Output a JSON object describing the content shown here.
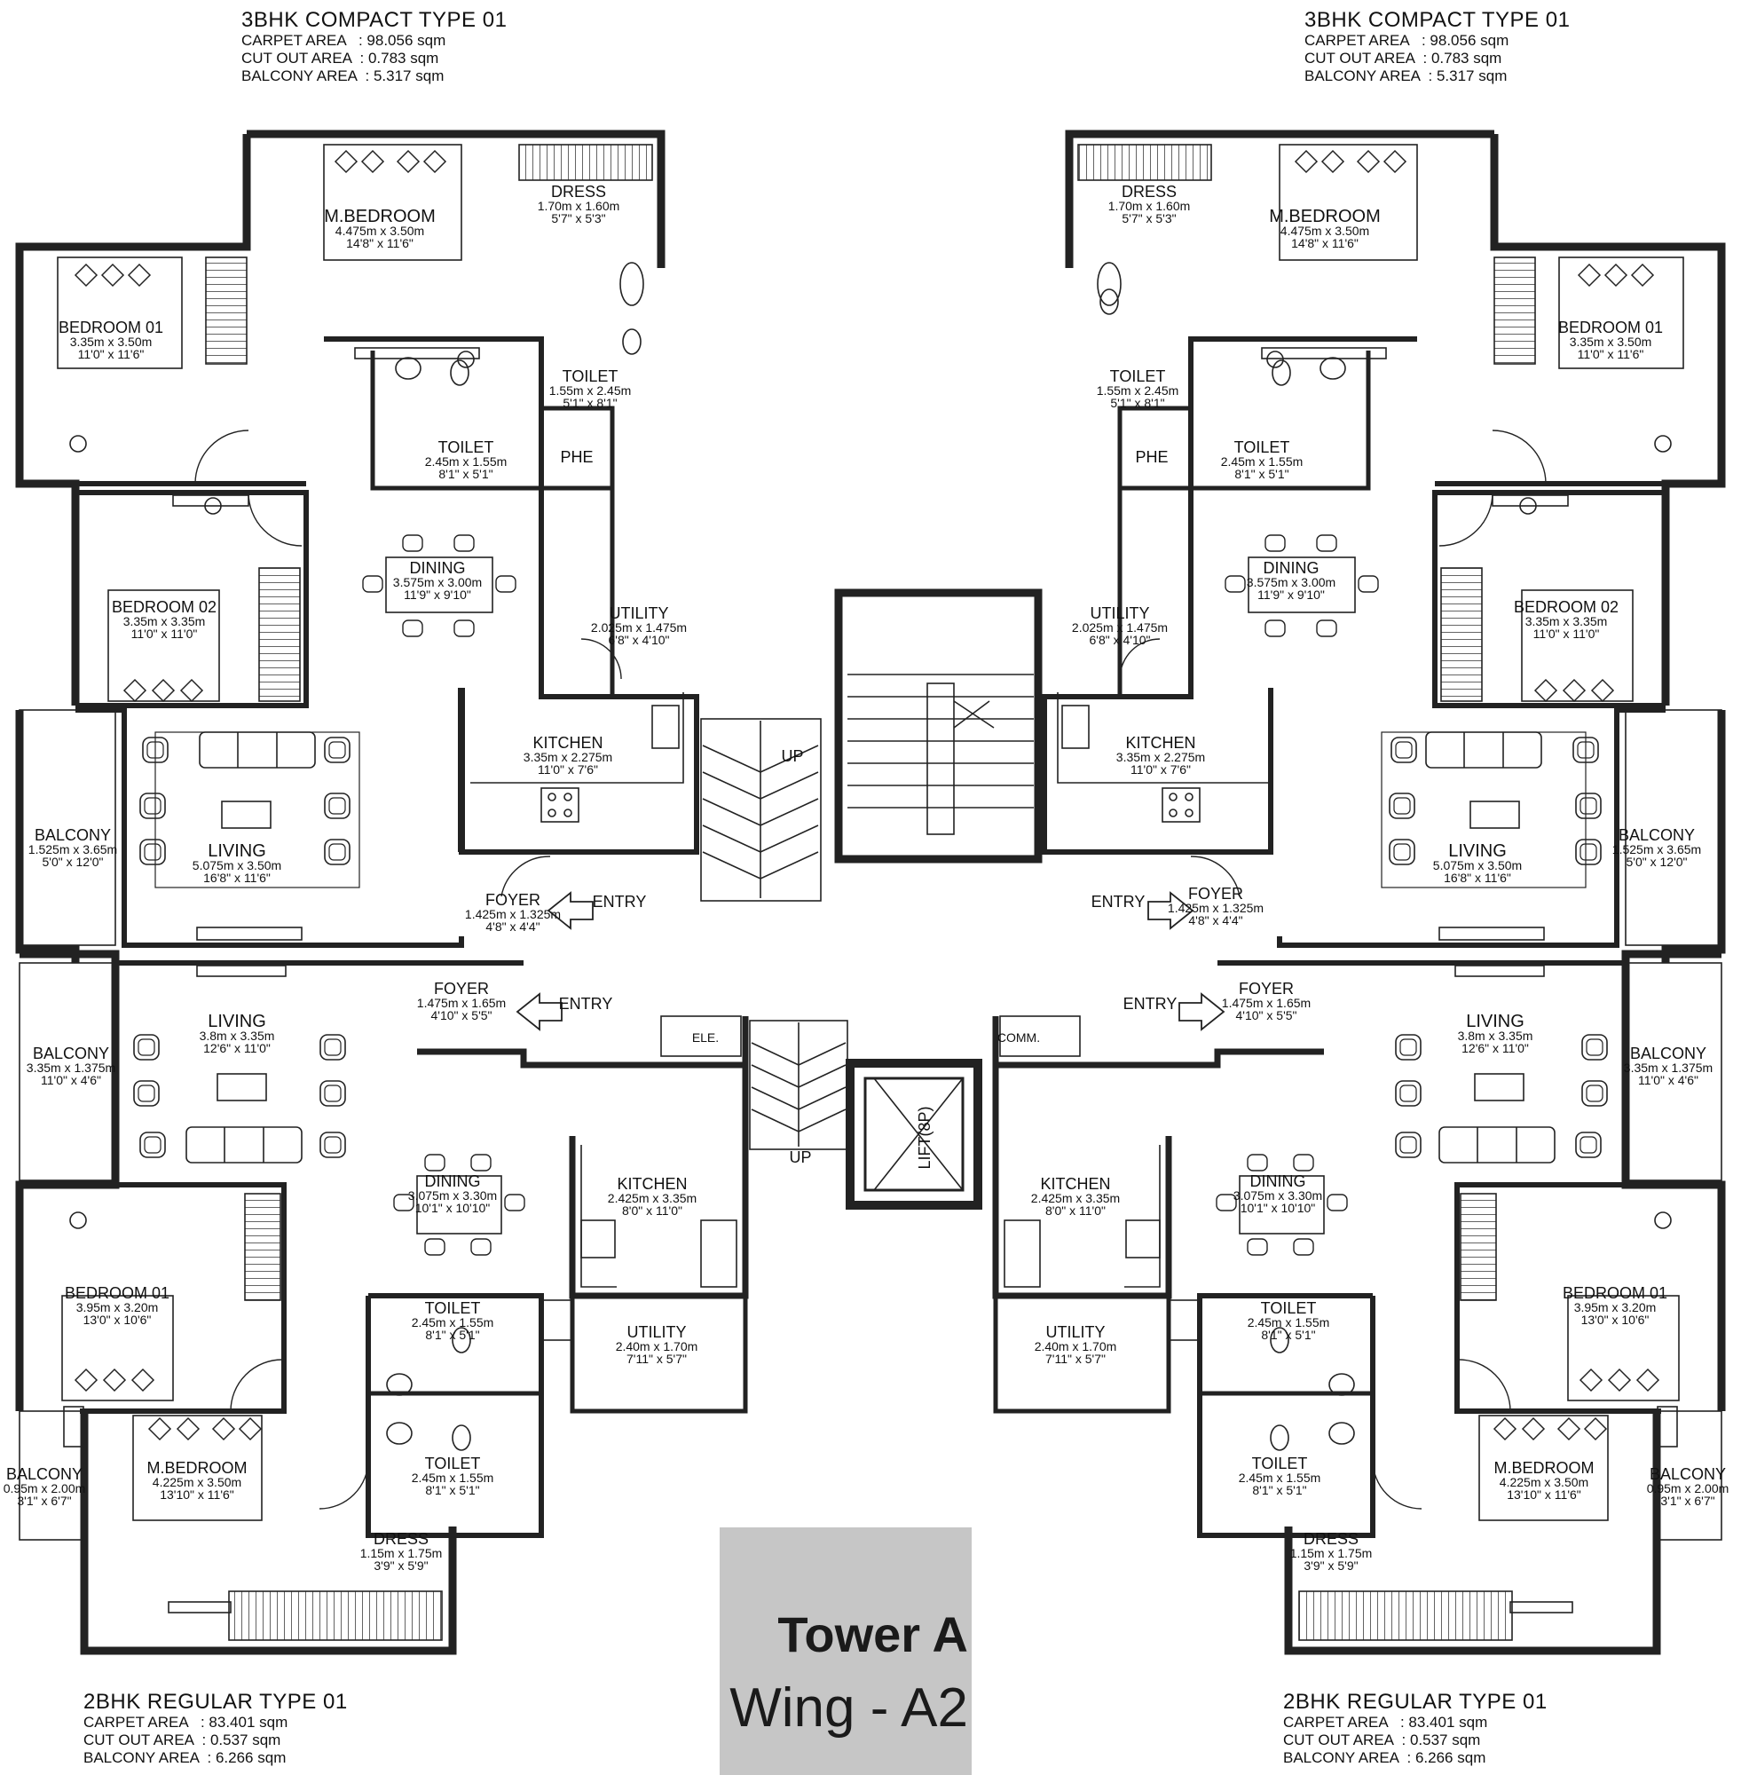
{
  "units": {
    "top_left": {
      "title": "3BHK COMPACT TYPE 01",
      "carpet": "CARPET AREA   : 98.056 sqm",
      "cutout": "CUT OUT AREA  : 0.783 sqm",
      "balcony": "BALCONY AREA  : 5.317 sqm"
    },
    "top_right": {
      "title": "3BHK COMPACT TYPE 01",
      "carpet": "CARPET AREA   : 98.056 sqm",
      "cutout": "CUT OUT AREA  : 0.783 sqm",
      "balcony": "BALCONY AREA  : 5.317 sqm"
    },
    "bottom_left": {
      "title": "2BHK REGULAR TYPE 01",
      "carpet": "CARPET AREA   : 83.401 sqm",
      "cutout": "CUT OUT AREA  : 0.537 sqm",
      "balcony": "BALCONY AREA  : 6.266 sqm"
    },
    "bottom_right": {
      "title": "2BHK REGULAR TYPE 01",
      "carpet": "CARPET AREA   : 83.401 sqm",
      "cutout": "CUT OUT AREA  : 0.537 sqm",
      "balcony": "BALCONY AREA  : 6.266 sqm"
    }
  },
  "tower": {
    "name": "Tower A",
    "wing": "Wing - A2"
  },
  "rooms": {
    "tl_mbed": {
      "name": "M.BEDROOM",
      "m": "4.475m x 3.50m",
      "ft": "14'8\" x 11'6\""
    },
    "tl_dress": {
      "name": "DRESS",
      "m": "1.70m x 1.60m",
      "ft": "5'7\" x 5'3\""
    },
    "tl_bed1": {
      "name": "BEDROOM 01",
      "m": "3.35m x 3.50m",
      "ft": "11'0\" x 11'6\""
    },
    "tl_toilet1": {
      "name": "TOILET",
      "m": "1.55m x 2.45m",
      "ft": "5'1\" x 8'1\""
    },
    "tl_toilet2": {
      "name": "TOILET",
      "m": "2.45m x 1.55m",
      "ft": "8'1\" x 5'1\""
    },
    "tl_phe": {
      "name": "PHE"
    },
    "tl_dining": {
      "name": "DINING",
      "m": "3.575m x 3.00m",
      "ft": "11'9\" x 9'10\""
    },
    "tl_bed2": {
      "name": "BEDROOM 02",
      "m": "3.35m x 3.35m",
      "ft": "11'0\" x 11'0\""
    },
    "tl_utility": {
      "name": "UTILITY",
      "m": "2.025m x 1.475m",
      "ft": "6'8\" x 4'10\""
    },
    "tl_kitchen": {
      "name": "KITCHEN",
      "m": "3.35m x 2.275m",
      "ft": "11'0\" x 7'6\""
    },
    "tl_living": {
      "name": "LIVING",
      "m": "5.075m x 3.50m",
      "ft": "16'8\" x 11'6\""
    },
    "tl_balcony": {
      "name": "BALCONY",
      "m": "1.525m x 3.65m",
      "ft": "5'0\" x 12'0\""
    },
    "tl_foyer": {
      "name": "FOYER",
      "m": "1.425m x 1.325m",
      "ft": "4'8\" x 4'4\""
    },
    "tr_mbed": {
      "name": "M.BEDROOM",
      "m": "4.475m x 3.50m",
      "ft": "14'8\" x 11'6\""
    },
    "tr_dress": {
      "name": "DRESS",
      "m": "1.70m x 1.60m",
      "ft": "5'7\" x 5'3\""
    },
    "tr_bed1": {
      "name": "BEDROOM 01",
      "m": "3.35m x 3.50m",
      "ft": "11'0\" x 11'6\""
    },
    "tr_toilet1": {
      "name": "TOILET",
      "m": "1.55m x 2.45m",
      "ft": "5'1\" x 8'1\""
    },
    "tr_toilet2": {
      "name": "TOILET",
      "m": "2.45m x 1.55m",
      "ft": "8'1\" x 5'1\""
    },
    "tr_phe": {
      "name": "PHE"
    },
    "tr_dining": {
      "name": "DINING",
      "m": "3.575m x 3.00m",
      "ft": "11'9\" x 9'10\""
    },
    "tr_bed2": {
      "name": "BEDROOM 02",
      "m": "3.35m x 3.35m",
      "ft": "11'0\" x 11'0\""
    },
    "tr_utility": {
      "name": "UTILITY",
      "m": "2.025m x 1.475m",
      "ft": "6'8\" x 4'10\""
    },
    "tr_kitchen": {
      "name": "KITCHEN",
      "m": "3.35m x 2.275m",
      "ft": "11'0\" x 7'6\""
    },
    "tr_living": {
      "name": "LIVING",
      "m": "5.075m x 3.50m",
      "ft": "16'8\" x 11'6\""
    },
    "tr_balcony": {
      "name": "BALCONY",
      "m": "1.525m x 3.65m",
      "ft": "5'0\" x 12'0\""
    },
    "tr_foyer": {
      "name": "FOYER",
      "m": "1.425m x 1.325m",
      "ft": "4'8\" x 4'4\""
    },
    "bl_foyer": {
      "name": "FOYER",
      "m": "1.475m x 1.65m",
      "ft": "4'10\" x 5'5\""
    },
    "bl_living": {
      "name": "LIVING",
      "m": "3.8m x 3.35m",
      "ft": "12'6\" x 11'0\""
    },
    "bl_balcony": {
      "name": "BALCONY",
      "m": "3.35m x 1.375m",
      "ft": "11'0\" x 4'6\""
    },
    "bl_dining": {
      "name": "DINING",
      "m": "3.075m x 3.30m",
      "ft": "10'1\" x 10'10\""
    },
    "bl_kitchen": {
      "name": "KITCHEN",
      "m": "2.425m x 3.35m",
      "ft": "8'0\" x 11'0\""
    },
    "bl_bed1": {
      "name": "BEDROOM 01",
      "m": "3.95m x 3.20m",
      "ft": "13'0\" x 10'6\""
    },
    "bl_toilet1": {
      "name": "TOILET",
      "m": "2.45m x 1.55m",
      "ft": "8'1\" x 5'1\""
    },
    "bl_utility": {
      "name": "UTILITY",
      "m": "2.40m x 1.70m",
      "ft": "7'11\" x 5'7\""
    },
    "bl_mbed": {
      "name": "M.BEDROOM",
      "m": "4.225m x 3.50m",
      "ft": "13'10\" x 11'6\""
    },
    "bl_toilet2": {
      "name": "TOILET",
      "m": "2.45m x 1.55m",
      "ft": "8'1\" x 5'1\""
    },
    "bl_balcony2": {
      "name": "BALCONY",
      "m": "0.95m x 2.00m",
      "ft": "3'1\" x 6'7\""
    },
    "bl_dress": {
      "name": "DRESS",
      "m": "1.15m x 1.75m",
      "ft": "3'9\" x 5'9\""
    },
    "br_foyer": {
      "name": "FOYER",
      "m": "1.475m x 1.65m",
      "ft": "4'10\" x 5'5\""
    },
    "br_living": {
      "name": "LIVING",
      "m": "3.8m x 3.35m",
      "ft": "12'6\" x 11'0\""
    },
    "br_balcony": {
      "name": "BALCONY",
      "m": "3.35m x 1.375m",
      "ft": "11'0\" x 4'6\""
    },
    "br_dining": {
      "name": "DINING",
      "m": "3.075m x 3.30m",
      "ft": "10'1\" x 10'10\""
    },
    "br_kitchen": {
      "name": "KITCHEN",
      "m": "2.425m x 3.35m",
      "ft": "8'0\" x 11'0\""
    },
    "br_bed1": {
      "name": "BEDROOM 01",
      "m": "3.95m x 3.20m",
      "ft": "13'0\" x 10'6\""
    },
    "br_toilet1": {
      "name": "TOILET",
      "m": "2.45m x 1.55m",
      "ft": "8'1\" x 5'1\""
    },
    "br_utility": {
      "name": "UTILITY",
      "m": "2.40m x 1.70m",
      "ft": "7'11\" x 5'7\""
    },
    "br_mbed": {
      "name": "M.BEDROOM",
      "m": "4.225m x 3.50m",
      "ft": "13'10\" x 11'6\""
    },
    "br_toilet2": {
      "name": "TOILET",
      "m": "2.45m x 1.55m",
      "ft": "8'1\" x 5'1\""
    },
    "br_balcony2": {
      "name": "BALCONY",
      "m": "0.95m x 2.00m",
      "ft": "3'1\" x 6'7\""
    },
    "br_dress": {
      "name": "DRESS",
      "m": "1.15m x 1.75m",
      "ft": "3'9\" x 5'9\""
    }
  },
  "core": {
    "entry": "ENTRY",
    "up": "UP",
    "lift": "LIFT(8P)",
    "ele": "ELE.",
    "comm": "COMM."
  }
}
